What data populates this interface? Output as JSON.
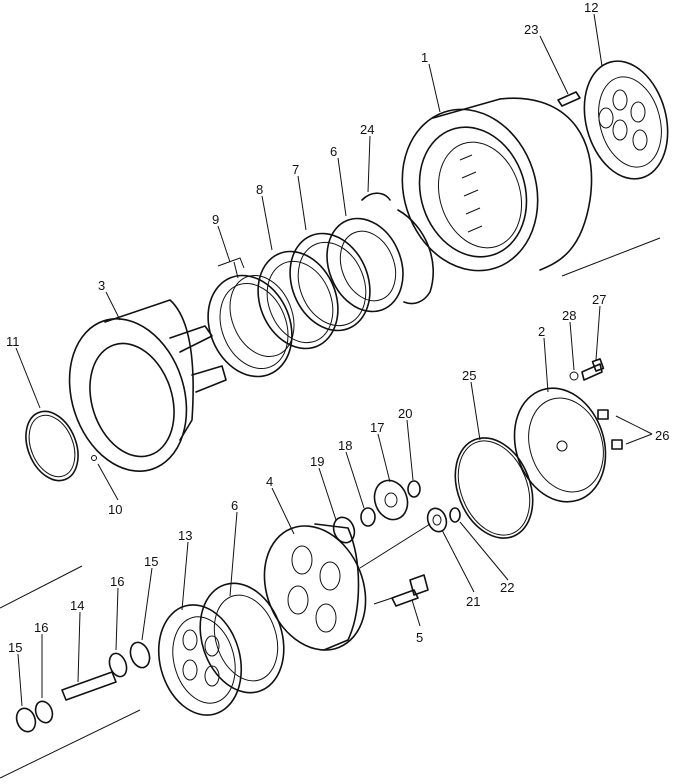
{
  "diagram": {
    "callouts": [
      "1",
      "2",
      "3",
      "4",
      "5",
      "6",
      "6",
      "7",
      "8",
      "9",
      "10",
      "11",
      "12",
      "13",
      "14",
      "15",
      "15",
      "16",
      "16",
      "17",
      "18",
      "19",
      "20",
      "21",
      "22",
      "23",
      "24",
      "25",
      "26",
      "27",
      "28"
    ]
  }
}
